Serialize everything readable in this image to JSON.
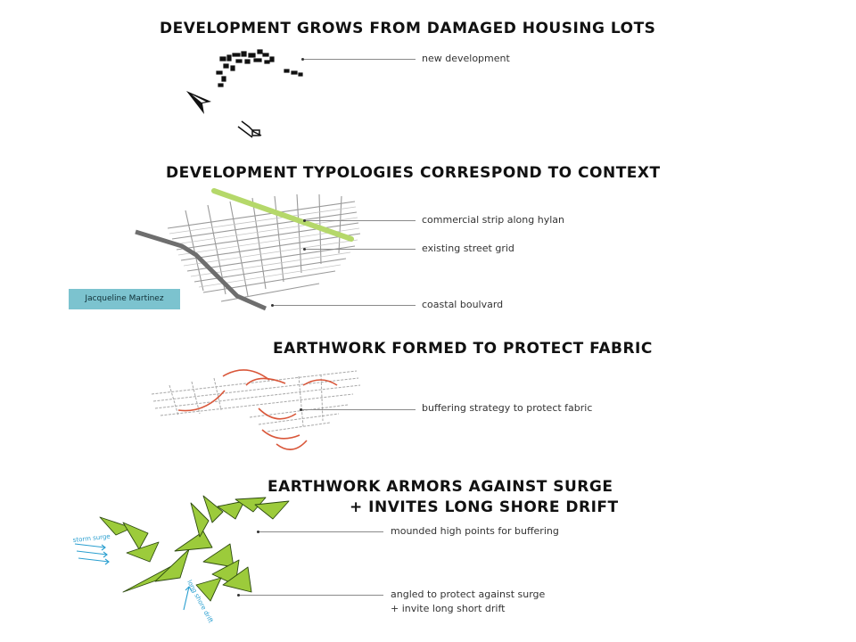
{
  "sections": [
    {
      "title": "DEVELOPMENT GROWS FROM DAMAGED HOUSING LOTS",
      "labels": [
        "new development"
      ]
    },
    {
      "title": "DEVELOPMENT TYPOLOGIES CORRESPOND TO CONTEXT",
      "labels": [
        "commercial strip along hylan",
        "existing street grid",
        "coastal boulvard"
      ]
    },
    {
      "title": "EARTHWORK FORMED TO PROTECT FABRIC",
      "labels": [
        "buffering strategy to protect fabric"
      ]
    },
    {
      "title_line1": "EARTHWORK ARMORS AGAINST SURGE",
      "title_line2": "+ INVITES LONG SHORE DRIFT",
      "labels": [
        "mounded high points for buffering"
      ],
      "label_multi": {
        "line1": "angled to protect against surge",
        "line2": "+ invite long short drift"
      },
      "annotations": {
        "surge": "storm surge",
        "drift": "long shore drift"
      }
    }
  ],
  "author": "Jacqueline Martinez",
  "colors": {
    "strip": "#b5d86a",
    "buffer": "#d9573a",
    "earthwork": "#9ccb3b",
    "water": "#2a9fd0",
    "author_bg": "#7cc3cf"
  }
}
